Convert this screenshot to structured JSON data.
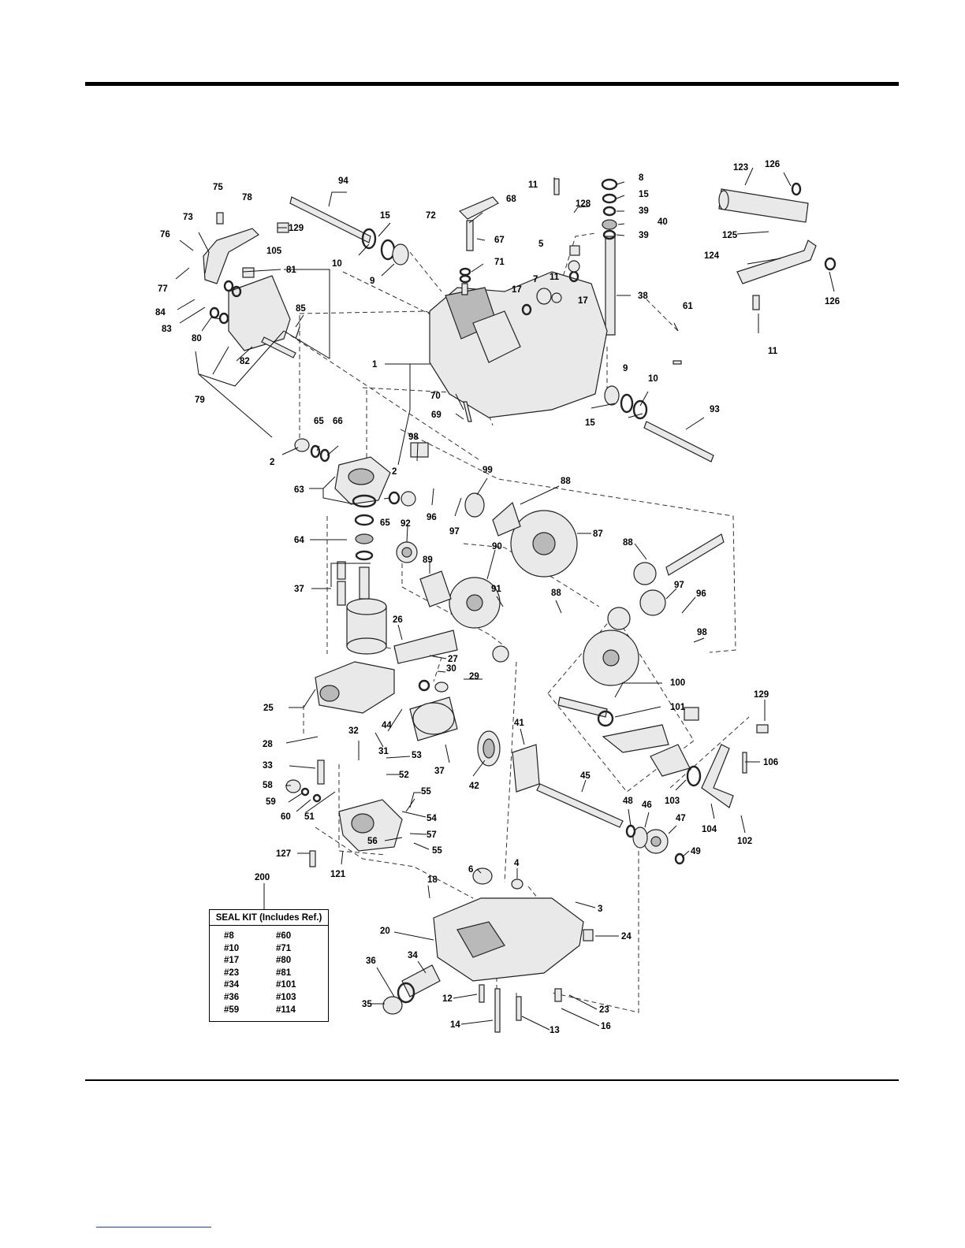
{
  "seal_kit": {
    "ref": "200",
    "title": "SEAL KIT (Includes Ref.)",
    "col1": [
      "#8",
      "#10",
      "#17",
      "#23",
      "#34",
      "#36",
      "#59"
    ],
    "col2": [
      "#60",
      "#71",
      "#80",
      "#81",
      "#101",
      "#103",
      "#114"
    ]
  },
  "callouts": [
    "75",
    "78",
    "94",
    "68",
    "11",
    "8",
    "123",
    "126",
    "73",
    "129",
    "15",
    "72",
    "128",
    "15",
    "39",
    "40",
    "76",
    "105",
    "10",
    "67",
    "5",
    "39",
    "125",
    "81",
    "9",
    "71",
    "124",
    "77",
    "85",
    "17",
    "7",
    "11",
    "17",
    "38",
    "61",
    "84",
    "83",
    "126",
    "80",
    "11",
    "82",
    "79",
    "1",
    "9",
    "10",
    "93",
    "70",
    "69",
    "15",
    "65",
    "66",
    "98",
    "2",
    "63",
    "2",
    "99",
    "88",
    "65",
    "87",
    "92",
    "64",
    "89",
    "90",
    "88",
    "96",
    "97",
    "37",
    "91",
    "88",
    "97",
    "96",
    "26",
    "98",
    "27",
    "30",
    "29",
    "100",
    "25",
    "101",
    "129",
    "41",
    "44",
    "32",
    "28",
    "31",
    "37",
    "33",
    "53",
    "45",
    "106",
    "42",
    "52",
    "58",
    "55",
    "103",
    "59",
    "60",
    "51",
    "54",
    "48",
    "46",
    "104",
    "102",
    "47",
    "57",
    "56",
    "55",
    "127",
    "49",
    "121",
    "6",
    "4",
    "18",
    "3",
    "20",
    "24",
    "36",
    "34",
    "12",
    "23",
    "35",
    "16",
    "14",
    "13",
    "200"
  ]
}
